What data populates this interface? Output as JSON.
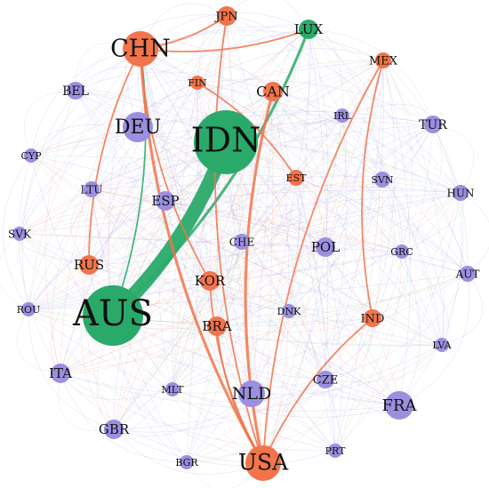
{
  "colors": {
    "purple": "#9b8fe0",
    "orange": "#f2744a",
    "green": "#2aaa6a"
  },
  "nodes": [
    {
      "id": "CHN",
      "label": "CHN",
      "color": "orange"
    },
    {
      "id": "JPN",
      "label": "JPN",
      "color": "orange"
    },
    {
      "id": "LUX",
      "label": "LUX",
      "color": "green"
    },
    {
      "id": "MEX",
      "label": "MEX",
      "color": "orange"
    },
    {
      "id": "BEL",
      "label": "BEL",
      "color": "purple"
    },
    {
      "id": "FIN",
      "label": "FIN",
      "color": "orange"
    },
    {
      "id": "CAN",
      "label": "CAN",
      "color": "orange"
    },
    {
      "id": "IRL",
      "label": "IRL",
      "color": "purple"
    },
    {
      "id": "TUR",
      "label": "TUR",
      "color": "purple"
    },
    {
      "id": "DEU",
      "label": "DEU",
      "color": "purple"
    },
    {
      "id": "IDN",
      "label": "IDN",
      "color": "green"
    },
    {
      "id": "CYP",
      "label": "CYP",
      "color": "purple"
    },
    {
      "id": "EST",
      "label": "EST",
      "color": "orange"
    },
    {
      "id": "SVN",
      "label": "SVN",
      "color": "purple"
    },
    {
      "id": "LTU",
      "label": "LTU",
      "color": "purple"
    },
    {
      "id": "ESP",
      "label": "ESP",
      "color": "purple"
    },
    {
      "id": "HUN",
      "label": "HUN",
      "color": "purple"
    },
    {
      "id": "SVK",
      "label": "SVK",
      "color": "purple"
    },
    {
      "id": "CHE",
      "label": "CHE",
      "color": "purple"
    },
    {
      "id": "POL",
      "label": "POL",
      "color": "purple"
    },
    {
      "id": "GRC",
      "label": "GRC",
      "color": "purple"
    },
    {
      "id": "RUS",
      "label": "RUS",
      "color": "orange"
    },
    {
      "id": "AUT",
      "label": "AUT",
      "color": "purple"
    },
    {
      "id": "KOR",
      "label": "KOR",
      "color": "orange"
    },
    {
      "id": "ROU",
      "label": "ROU",
      "color": "purple"
    },
    {
      "id": "AUS",
      "label": "AUS",
      "color": "green"
    },
    {
      "id": "DNK",
      "label": "DNK",
      "color": "purple"
    },
    {
      "id": "BRA",
      "label": "BRA",
      "color": "orange"
    },
    {
      "id": "IND",
      "label": "IND",
      "color": "orange"
    },
    {
      "id": "LVA",
      "label": "LVA",
      "color": "purple"
    },
    {
      "id": "ITA",
      "label": "ITA",
      "color": "purple"
    },
    {
      "id": "MLT",
      "label": "MLT",
      "color": "purple"
    },
    {
      "id": "NLD",
      "label": "NLD",
      "color": "purple"
    },
    {
      "id": "CZE",
      "label": "CZE",
      "color": "purple"
    },
    {
      "id": "FRA",
      "label": "FRA",
      "color": "purple"
    },
    {
      "id": "GBR",
      "label": "GBR",
      "color": "purple"
    },
    {
      "id": "PRT",
      "label": "PRT",
      "color": "purple"
    },
    {
      "id": "BGR",
      "label": "BGR",
      "color": "purple"
    },
    {
      "id": "USA",
      "label": "USA",
      "color": "orange"
    }
  ],
  "highlighted_edges": [
    {
      "from": "AUS",
      "to": "IDN",
      "color": "green",
      "weight": 10
    },
    {
      "from": "AUS",
      "to": "LUX",
      "color": "green",
      "weight": 2
    },
    {
      "from": "AUS",
      "to": "CHN",
      "color": "green",
      "weight": 1
    },
    {
      "from": "CHN",
      "to": "USA",
      "color": "orange",
      "weight": 2
    },
    {
      "from": "CAN",
      "to": "USA",
      "color": "orange",
      "weight": 2
    },
    {
      "from": "JPN",
      "to": "USA",
      "color": "orange",
      "weight": 1
    },
    {
      "from": "MEX",
      "to": "USA",
      "color": "orange",
      "weight": 1
    },
    {
      "from": "CHN",
      "to": "RUS",
      "color": "orange",
      "weight": 1
    },
    {
      "from": "CHN",
      "to": "JPN",
      "color": "orange",
      "weight": 1
    },
    {
      "from": "IND",
      "to": "USA",
      "color": "orange",
      "weight": 1
    },
    {
      "from": "KOR",
      "to": "USA",
      "color": "orange",
      "weight": 1
    },
    {
      "from": "BRA",
      "to": "USA",
      "color": "orange",
      "weight": 1
    },
    {
      "from": "CHN",
      "to": "KOR",
      "color": "orange",
      "weight": 1
    },
    {
      "from": "EST",
      "to": "FIN",
      "color": "orange",
      "weight": 1
    },
    {
      "from": "MEX",
      "to": "IND",
      "color": "orange",
      "weight": 1
    },
    {
      "from": "CHN",
      "to": "LUX",
      "color": "orange",
      "weight": 1
    }
  ]
}
